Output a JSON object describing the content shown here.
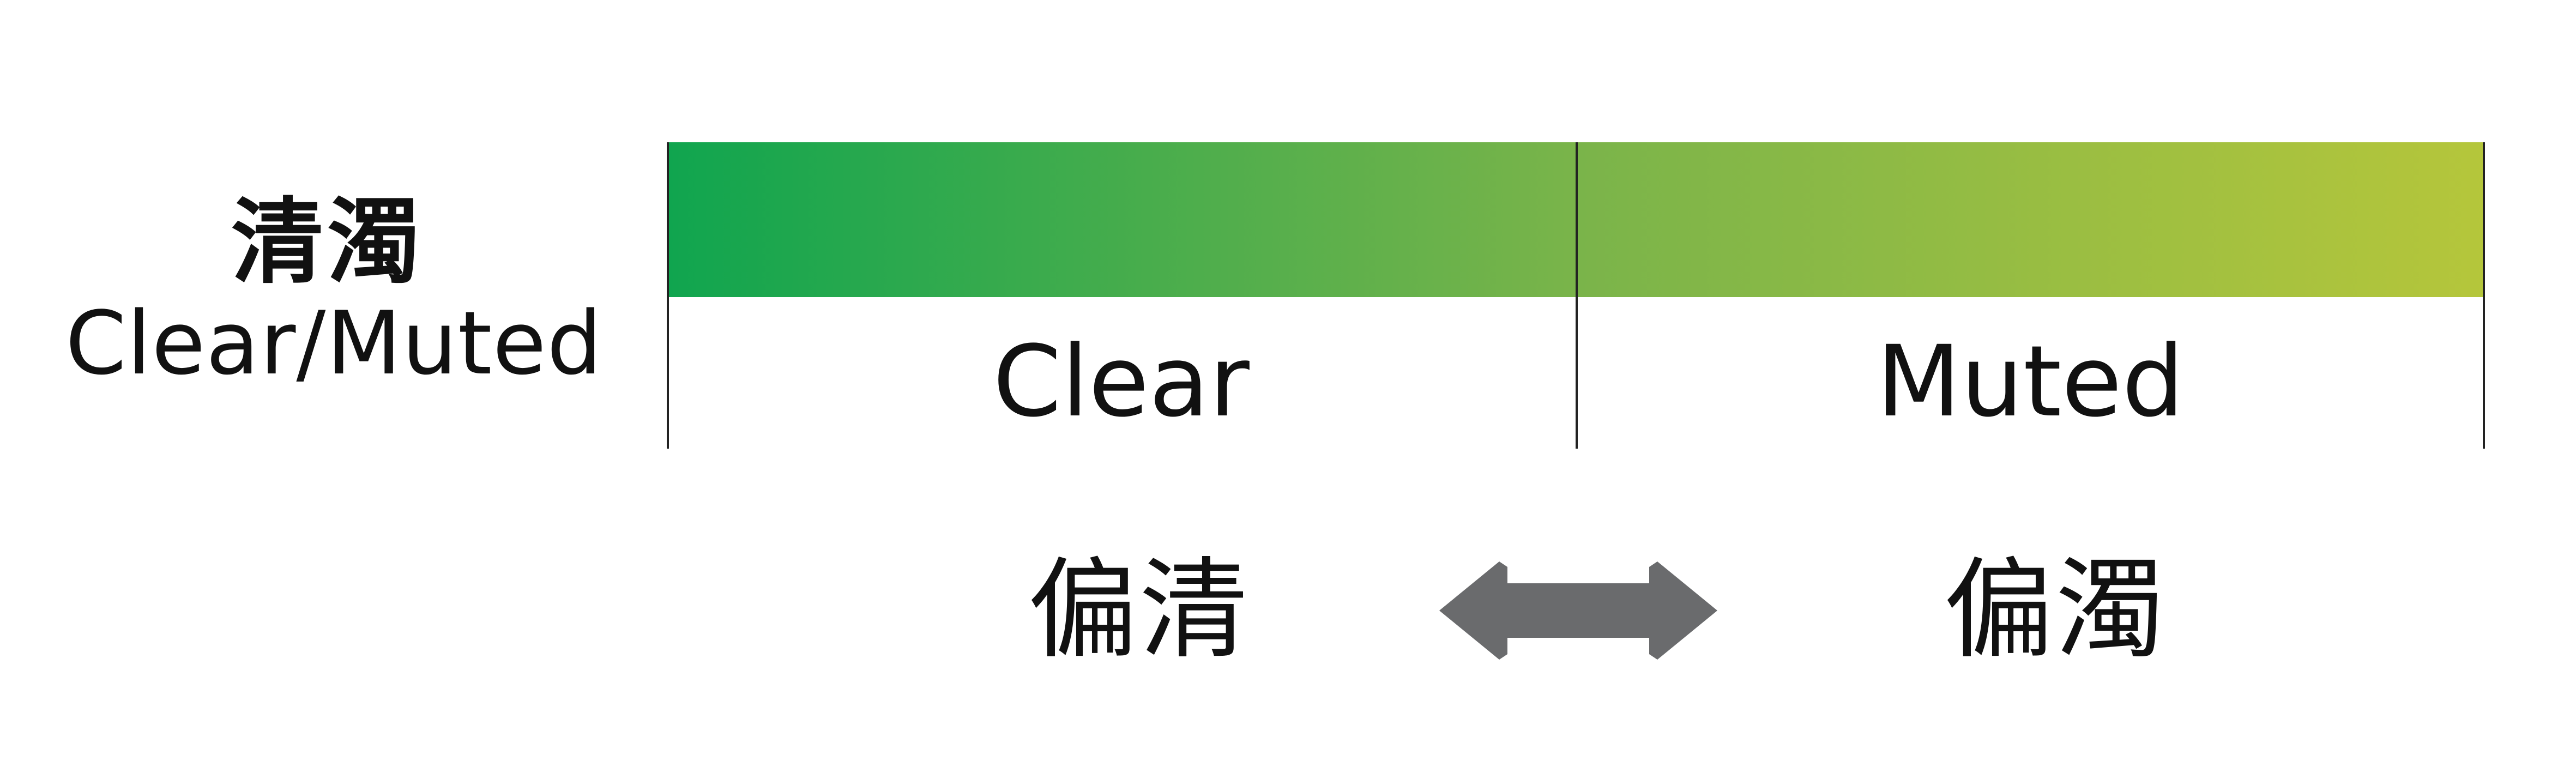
{
  "left_label": {
    "zh": "清濁",
    "en": "Clear/Muted"
  },
  "scale": {
    "gradient_start_color": "#10a54f",
    "gradient_mid_color": "#7ab44a",
    "gradient_end_color": "#b5c63b",
    "segments": [
      {
        "label": "Clear"
      },
      {
        "label": "Muted"
      }
    ]
  },
  "bottom": {
    "left_zh": "偏清",
    "right_zh": "偏濁",
    "arrow_icon": "double-headed-arrow",
    "arrow_color": "#6a6b6d"
  }
}
